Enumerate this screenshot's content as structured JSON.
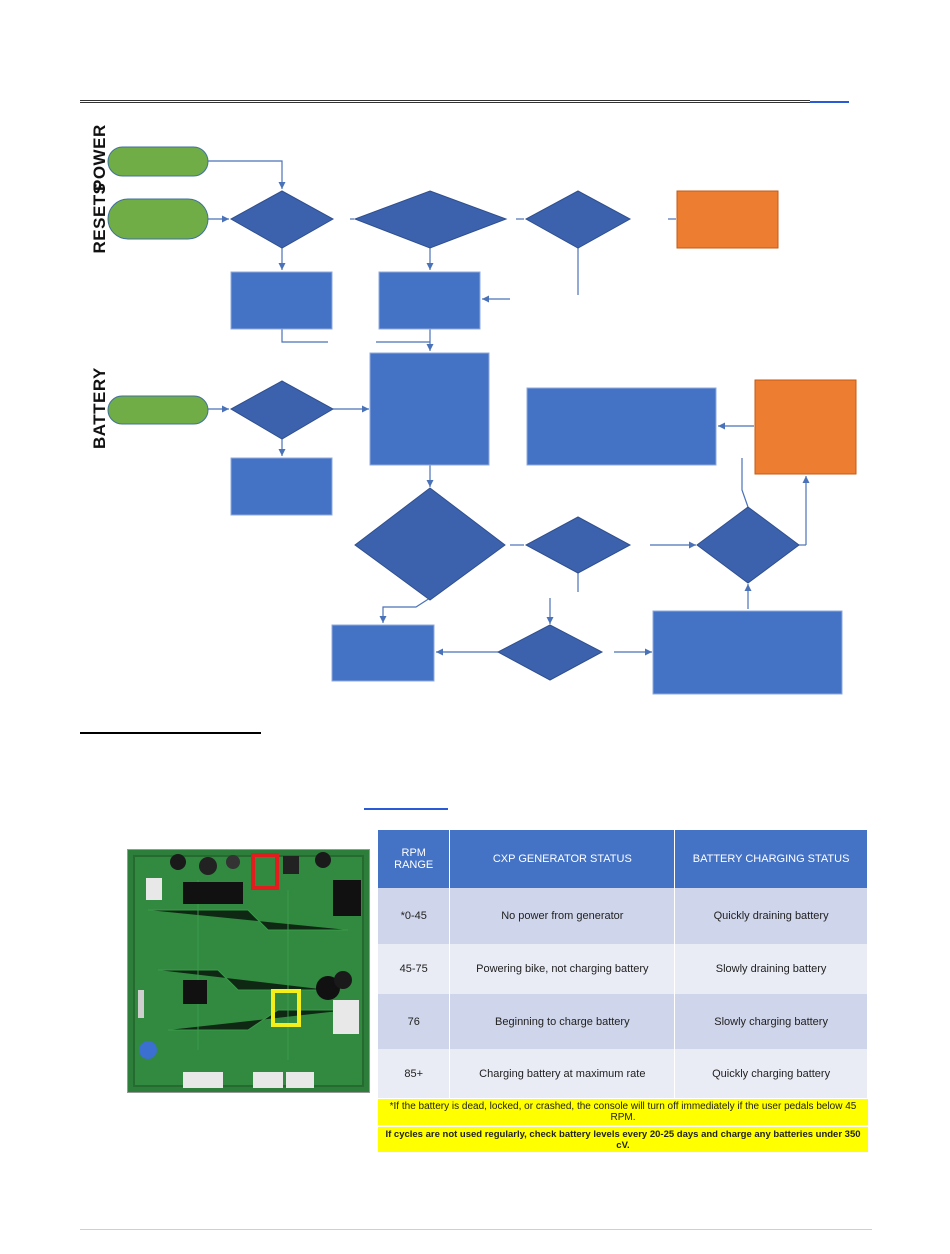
{
  "side_labels": {
    "power": "POWER",
    "resets": "RESETS",
    "battery": "BATTERY"
  },
  "colors": {
    "blue_node": "#4472c4",
    "diamond": "#3d62ad",
    "start_green": "#70ad47",
    "orange": "#ed7d31",
    "connector": "#4a72b8",
    "header_blue": "#4472c4",
    "row_a": "#cfd5ea",
    "row_b": "#e9ebf5",
    "note_yellow": "#ffff00",
    "pcb_red_box": "#e11d1d",
    "pcb_yellow_box": "#f2ef1a"
  },
  "table": {
    "headers": [
      "RPM RANGE",
      "CXP GENERATOR STATUS",
      "BATTERY CHARGING STATUS"
    ],
    "rows": [
      [
        "*0-45",
        "No power from generator",
        "Quickly draining battery"
      ],
      [
        "45-75",
        "Powering bike, not charging battery",
        "Slowly draining battery"
      ],
      [
        "76",
        "Beginning to charge battery",
        "Slowly charging battery"
      ],
      [
        "85+",
        "Charging battery at maximum rate",
        "Quickly charging battery"
      ]
    ],
    "note_1": "*If the battery is dead, locked, or crashed, the console will turn off immediately if the user pedals below 45 RPM.",
    "note_2": "If cycles are not used regularly, check battery levels every 20-25 days and charge any batteries under 350 cV."
  }
}
